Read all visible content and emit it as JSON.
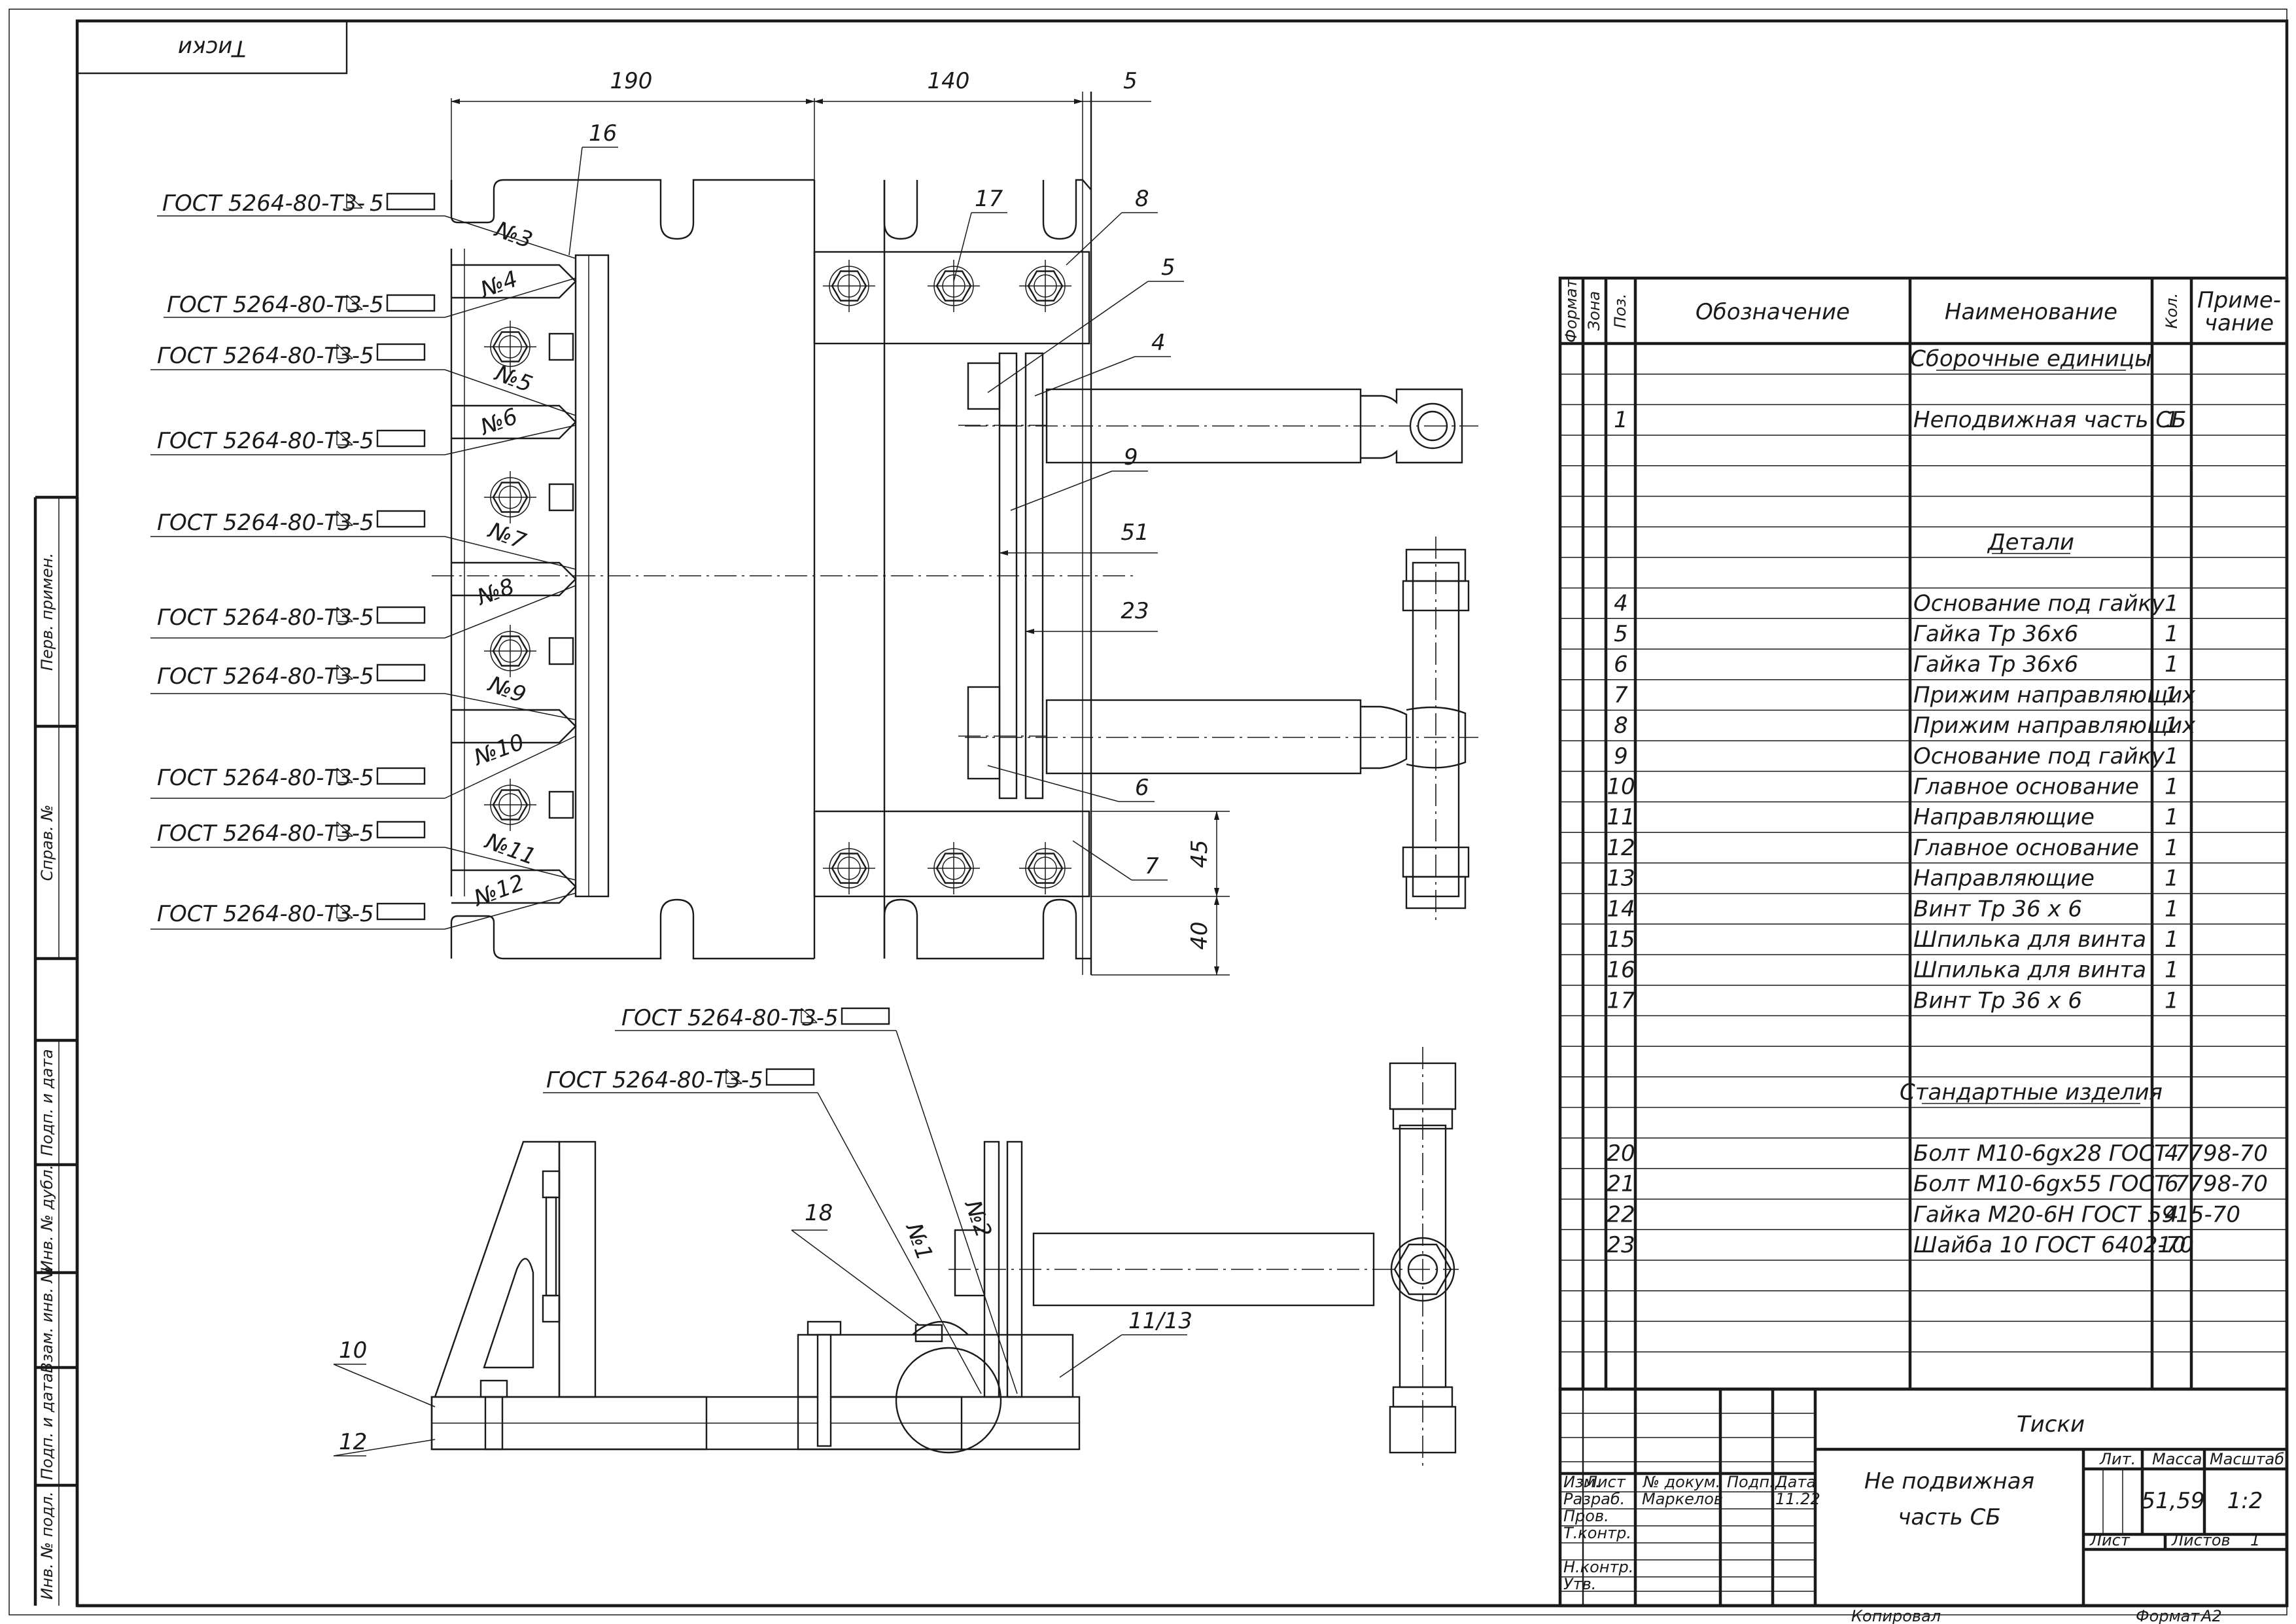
{
  "sheet": {
    "corner_stamp": "Тиски",
    "copyright_note": "Копировал",
    "format_label": "Формат",
    "format_value": "A2"
  },
  "side_strip": {
    "perv_primen": "Перв. примен.",
    "sprav_no": "Справ. №",
    "podp_data_1": "Подп. и дата",
    "inv_dubl": "Инв. № дубл.",
    "vzam_inv": "Взам. инв. №",
    "podp_data_2": "Подп. и дата",
    "inv_podl": "Инв. № подл."
  },
  "drawing": {
    "dims": {
      "d190": "190",
      "d140": "140",
      "d5": "5",
      "d51": "51",
      "d23": "23",
      "d45": "45",
      "d40": "40"
    },
    "weld_note": "ГОСТ 5264-80-Т3-",
    "weld_leg": "5",
    "weld_nums": [
      "№3",
      "№4",
      "№5",
      "№6",
      "№7",
      "№8",
      "№9",
      "№10",
      "№11",
      "№12",
      "№1",
      "№2"
    ],
    "pos": {
      "p16": "16",
      "p17": "17",
      "p8": "8",
      "p5": "5",
      "p4": "4",
      "p9": "9",
      "p6": "6",
      "p7": "7",
      "p18": "18",
      "p10": "10",
      "p12": "12",
      "p1113": "11/13"
    }
  },
  "spec_table": {
    "headers": {
      "format": "Формат",
      "zone": "Зона",
      "pos": "Поз.",
      "designation": "Обозначение",
      "name": "Наименование",
      "qty": "Кол.",
      "note_1": "Приме-",
      "note_2": "чание"
    },
    "section_assembly": "Сборочные единицы",
    "assembly_rows": [
      {
        "pos": "1",
        "name": "Неподвижная часть СБ",
        "qty": "1"
      }
    ],
    "section_parts": "Детали",
    "parts_rows": [
      {
        "pos": "4",
        "name": "Основание под гайку",
        "qty": "1"
      },
      {
        "pos": "5",
        "name": "Гайка Тр 36х6",
        "qty": "1"
      },
      {
        "pos": "6",
        "name": "Гайка Тр 36х6",
        "qty": "1"
      },
      {
        "pos": "7",
        "name": "Прижим направляющих",
        "qty": "1"
      },
      {
        "pos": "8",
        "name": "Прижим направляющих",
        "qty": "1"
      },
      {
        "pos": "9",
        "name": "Основание под гайку",
        "qty": "1"
      },
      {
        "pos": "10",
        "name": "Главное основание",
        "qty": "1"
      },
      {
        "pos": "11",
        "name": "Направляющие",
        "qty": "1"
      },
      {
        "pos": "12",
        "name": "Главное основание",
        "qty": "1"
      },
      {
        "pos": "13",
        "name": "Направляющие",
        "qty": "1"
      },
      {
        "pos": "14",
        "name": "Винт Тр 36 х 6",
        "qty": "1"
      },
      {
        "pos": "15",
        "name": "Шпилька для винта",
        "qty": "1"
      },
      {
        "pos": "16",
        "name": "Шпилька для винта",
        "qty": "1"
      },
      {
        "pos": "17",
        "name": "Винт Тр 36 х 6",
        "qty": "1"
      }
    ],
    "section_standard": "Стандартные изделия",
    "standard_rows": [
      {
        "pos": "20",
        "name": "Болт М10-6gх28 ГОСТ 7798-70",
        "qty": "4"
      },
      {
        "pos": "21",
        "name": "Болт М10-6gх55 ГОСТ 7798-70",
        "qty": "6"
      },
      {
        "pos": "22",
        "name": "Гайка М20-6Н ГОСТ 5915-70",
        "qty": "4"
      },
      {
        "pos": "23",
        "name": "Шайба 10 ГОСТ 6402-70",
        "qty": "10"
      }
    ]
  },
  "title_block": {
    "product": "Тиски",
    "doc_title_1": "Не подвижная",
    "doc_title_2": "часть СБ",
    "col_izm": "Изм.",
    "col_list": "Лист",
    "col_docnum": "№ докум.",
    "col_podp": "Подп.",
    "col_data": "Дата",
    "razrab_label": "Разраб.",
    "razrab_name": "Маркелов",
    "razrab_date": "11.22",
    "prov_label": "Пров.",
    "tkontr_label": "Т.контр.",
    "nkontr_label": "Н.контр.",
    "utv_label": "Утв.",
    "lit_label": "Лит.",
    "massa_label": "Масса",
    "masshtab_label": "Масштаб",
    "massa_value": "51,59",
    "masshtab_value": "1:2",
    "list_label": "Лист",
    "listov_label": "Листов",
    "listov_value": "1"
  }
}
